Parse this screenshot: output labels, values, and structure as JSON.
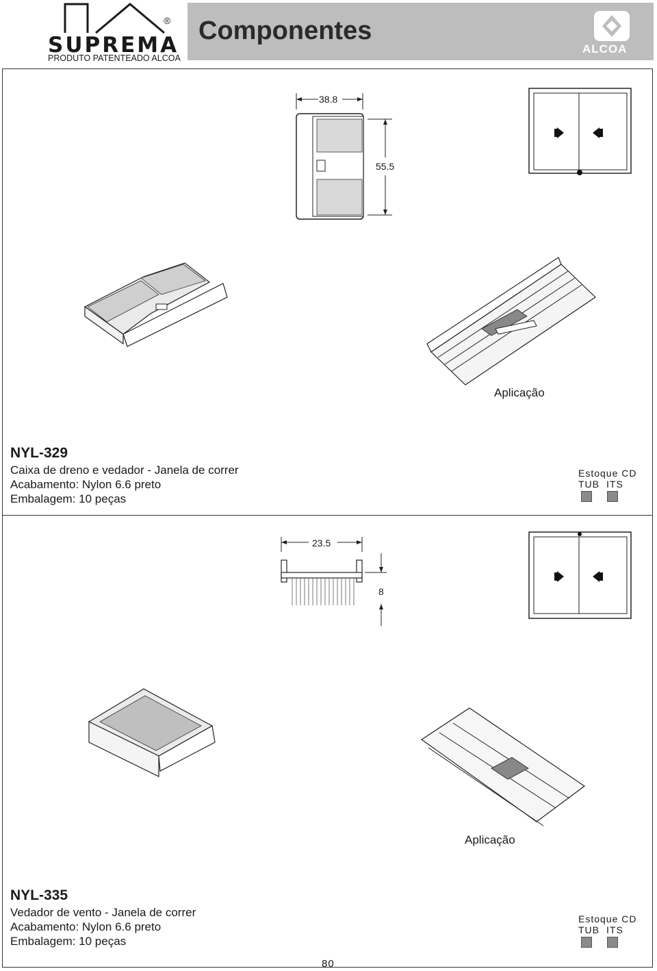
{
  "header": {
    "brand": "SUPREMA",
    "registered": "®",
    "tagline": "PRODUTO PATENTEADO ALCOA",
    "title": "Componentes",
    "partner_logo_text": "ALCOA"
  },
  "products": [
    {
      "code": "NYL-329",
      "description": "Caixa de dreno e vedador - Janela de correr",
      "finish": "Acabamento: Nylon 6.6 preto",
      "packaging": "Embalagem: 10 peças",
      "dimensions": [
        "38.8",
        "55.5"
      ],
      "application_label": "Aplicação",
      "stock_title": "Estoque CD",
      "stock_columns": [
        "TUB",
        "ITS"
      ]
    },
    {
      "code": "NYL-335",
      "description": "Vedador de vento - Janela de correr",
      "finish": "Acabamento: Nylon 6.6 preto",
      "packaging": "Embalagem: 10 peças",
      "dimensions": [
        "23.5",
        "8"
      ],
      "application_label": "Aplicação",
      "stock_title": "Estoque CD",
      "stock_columns": [
        "TUB",
        "ITS"
      ]
    }
  ],
  "page_number": "80",
  "colors": {
    "title_bar": "#bdbdbd",
    "logo_red_dark": "#2a2a2a",
    "stock_box": "#8a8a8a"
  }
}
